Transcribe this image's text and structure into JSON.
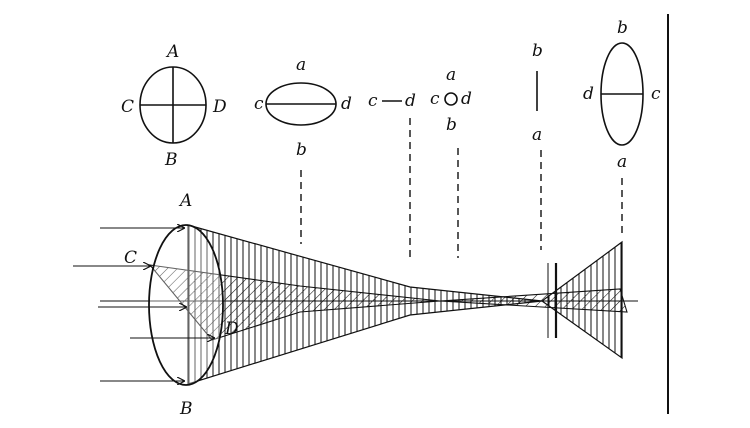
{
  "labels": {
    "lens": {
      "A": "A",
      "B": "B",
      "C": "C",
      "D": "D"
    },
    "s1": {
      "top": "a",
      "bottom": "b",
      "left": "c",
      "right": "d"
    },
    "s2": {
      "left": "c",
      "right": "d"
    },
    "s3": {
      "top": "a",
      "bottom": "b",
      "left": "c",
      "right": "d"
    },
    "s4": {
      "top": "b",
      "bottom": "a"
    },
    "s5": {
      "top": "b",
      "bottom": "a",
      "left": "d",
      "right": "c"
    },
    "beam": {
      "A": "A",
      "B": "B",
      "C": "C",
      "D": "D"
    }
  }
}
